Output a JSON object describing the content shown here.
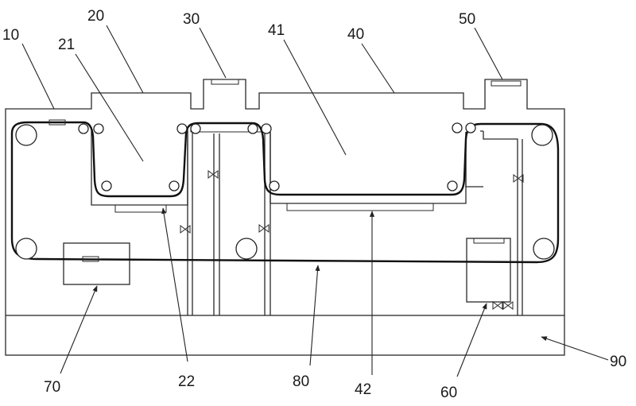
{
  "labels": {
    "l10": "10",
    "l20": "20",
    "l21": "21",
    "l30": "30",
    "l41": "41",
    "l40": "40",
    "l50": "50",
    "l22": "22",
    "l42": "42",
    "l60": "60",
    "l70": "70",
    "l80": "80",
    "l90": "90"
  }
}
